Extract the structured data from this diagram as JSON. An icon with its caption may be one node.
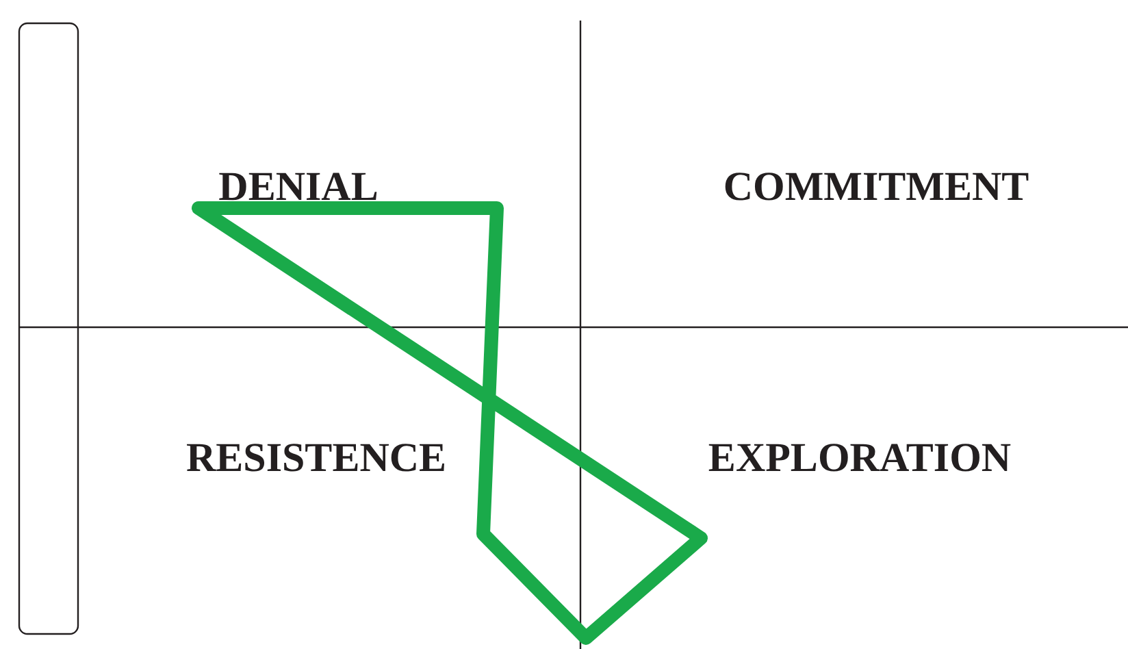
{
  "diagram": {
    "nodes": [
      {
        "text": [],
        "shape": "bar"
      }
    ],
    "labels": [
      "DENIAL",
      "COMMITMENT",
      "RESISTENCE",
      "EXPLORATION"
    ]
  }
}
